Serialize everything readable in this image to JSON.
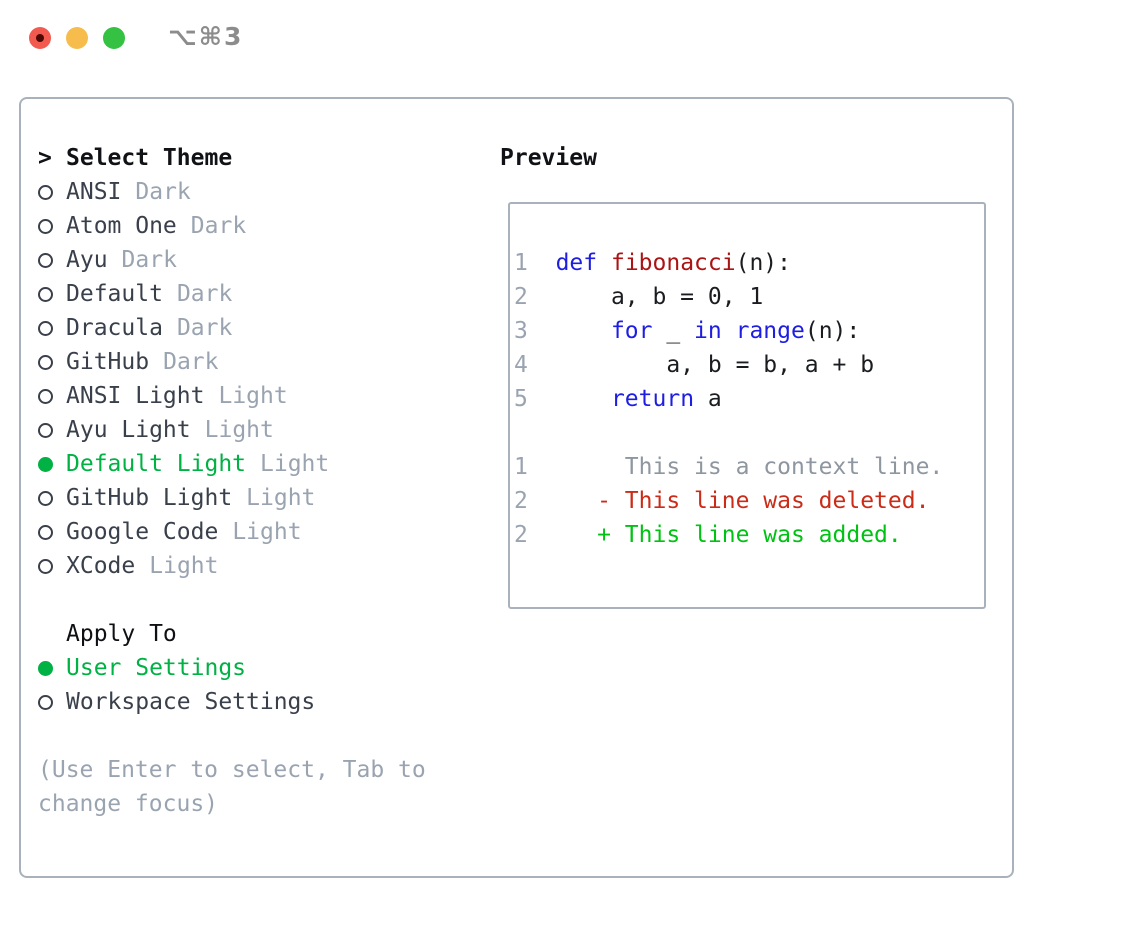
{
  "window": {
    "title": "⌥⌘3",
    "controls": {
      "close": "close",
      "minimize": "minimize",
      "zoom": "zoom"
    }
  },
  "colors": {
    "accent_green": "#00b144",
    "diff_added_green": "#00c213",
    "diff_deleted_red": "#cb2c18",
    "keyword_blue": "#1e1ee2",
    "function_red": "#aa1414",
    "muted_gray": "#9aa4b1",
    "panel_border": "#a9b2bc"
  },
  "left": {
    "header": {
      "prefix": ">",
      "label": "Select Theme"
    },
    "themes": [
      {
        "name": "ANSI",
        "variant": "Dark",
        "selected": false
      },
      {
        "name": "Atom One",
        "variant": "Dark",
        "selected": false
      },
      {
        "name": "Ayu",
        "variant": "Dark",
        "selected": false
      },
      {
        "name": "Default",
        "variant": "Dark",
        "selected": false
      },
      {
        "name": "Dracula",
        "variant": "Dark",
        "selected": false
      },
      {
        "name": "GitHub",
        "variant": "Dark",
        "selected": false
      },
      {
        "name": "ANSI Light",
        "variant": "Light",
        "selected": false
      },
      {
        "name": "Ayu Light",
        "variant": "Light",
        "selected": false
      },
      {
        "name": "Default Light",
        "variant": "Light",
        "selected": true
      },
      {
        "name": "GitHub Light",
        "variant": "Light",
        "selected": false
      },
      {
        "name": "Google Code",
        "variant": "Light",
        "selected": false
      },
      {
        "name": "XCode",
        "variant": "Light",
        "selected": false
      }
    ],
    "apply_header": "Apply To",
    "apply_options": [
      {
        "label": "User Settings",
        "selected": true
      },
      {
        "label": "Workspace Settings",
        "selected": false
      }
    ],
    "hint": [
      "(Use Enter to select, Tab to",
      "change focus)"
    ]
  },
  "preview": {
    "title": "Preview",
    "code": {
      "l1": {
        "num": "1",
        "g": "  ",
        "kw": "def",
        "s": " ",
        "fn": "fibonacci",
        "tail": "(n):"
      },
      "l2": {
        "num": "2",
        "text": "      a, b = 0, 1"
      },
      "l3": {
        "num": "3",
        "g": "      ",
        "kw1": "for",
        "m1": " _ ",
        "kw2": "in",
        "m2": " ",
        "kw3": "range",
        "tail": "(n):"
      },
      "l4": {
        "num": "4",
        "text": "          a, b = b, a + b"
      },
      "l5": {
        "num": "5",
        "g": "      ",
        "kw": "return",
        "tail": " a"
      },
      "c1": {
        "num": "1",
        "text": "       This is a context line."
      },
      "c2": {
        "num": "2",
        "g": "     ",
        "text": "- This line was deleted."
      },
      "c3": {
        "num": "2",
        "g": "     ",
        "text": "+ This line was added."
      }
    }
  }
}
